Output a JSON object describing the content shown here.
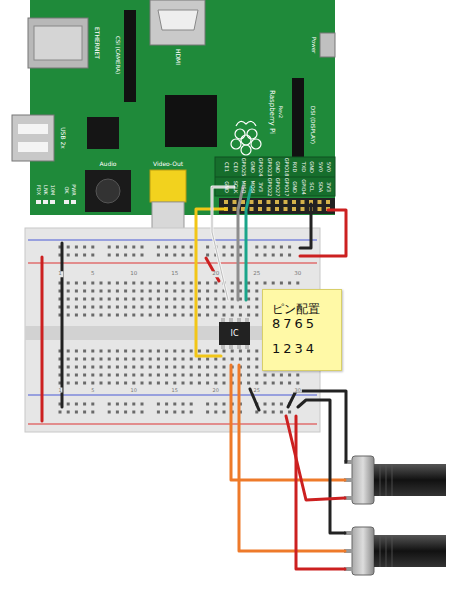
{
  "diagram": {
    "nodes": [
      {
        "text": [
          "IC"
        ]
      },
      {
        "text": [
          "ピン配置",
          "8765",
          "1234"
        ]
      }
    ],
    "labels": [
      "ETHERNET",
      "CSI (CAMERA)",
      "HDMI",
      "Power",
      "DSI (DISPLAY)",
      "Raspberry Pi",
      "Rev2",
      "USB 2x",
      "Audio",
      "Video-Out",
      "OK",
      "PWR",
      "FDX",
      "LNK",
      "10M",
      "5V0",
      "5V0",
      "GND",
      "TXD",
      "RXD",
      "GPIO18",
      "GND",
      "GPIO23",
      "GPIO24",
      "GND",
      "GPIO25",
      "CE0",
      "CE1",
      "3V3",
      "SDA",
      "SCL",
      "GPIO4",
      "GND",
      "GPIO17",
      "GPIO27",
      "GPIO22",
      "3V3",
      "MOSI",
      "MISO",
      "SCLK",
      "GND",
      "1",
      "5",
      "10",
      "15",
      "20",
      "25",
      "30",
      "1",
      "5",
      "10",
      "15",
      "20",
      "25",
      "30"
    ]
  }
}
